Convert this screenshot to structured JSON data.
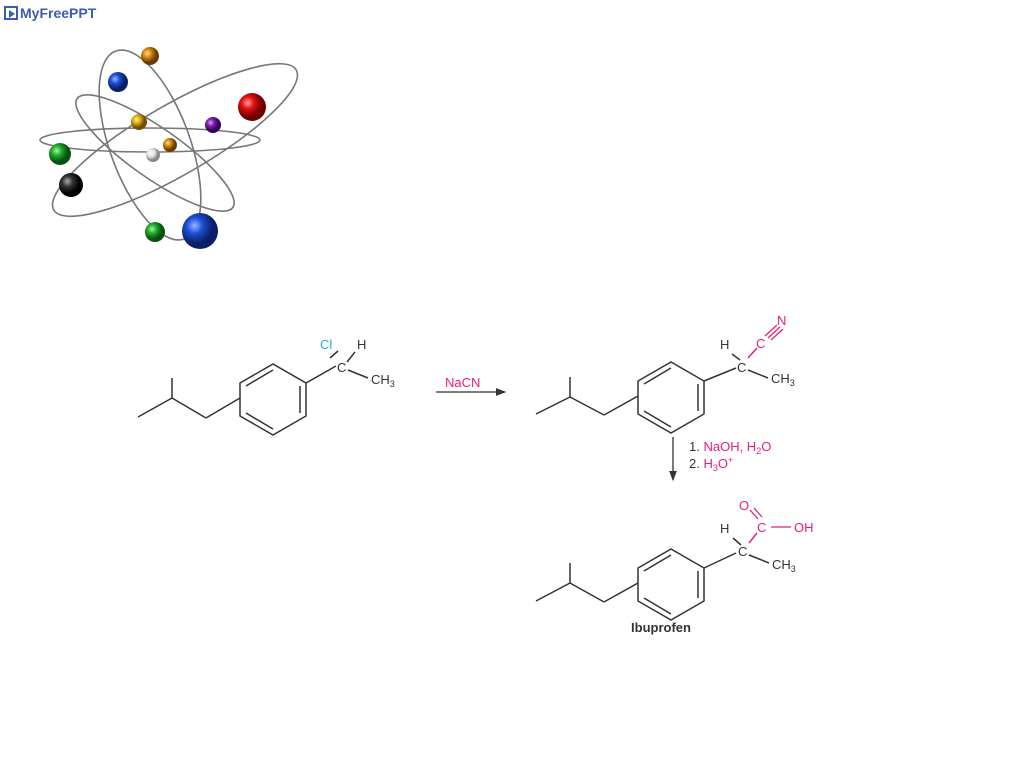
{
  "logo": {
    "text": "MyFreePPT",
    "color": "#3b5bb5"
  },
  "decoration": {
    "icon": "atom-icon"
  },
  "colors": {
    "bond": "#333333",
    "highlight": "#e8207a",
    "chlorine": "#29a9e0"
  },
  "scheme": {
    "reactant": {
      "cl": "Cl",
      "h": "H",
      "c": "C",
      "ch3": "CH",
      "ch3_sub": "3"
    },
    "step1": {
      "reagent": "NaCN"
    },
    "intermediate": {
      "n": "N",
      "c_nitrile": "C",
      "h": "H",
      "c": "C",
      "ch3": "CH",
      "ch3_sub": "3"
    },
    "step2": {
      "line1_pre": "1. ",
      "line1_reagent": "NaOH, H",
      "line1_sub": "2",
      "line1_end": "O",
      "line2_pre": "2. ",
      "line2_h": "H",
      "line2_sub": "3",
      "line2_o": "O",
      "line2_sup": "+"
    },
    "product": {
      "o": "O",
      "c_acid": "C",
      "oh": "OH",
      "h": "H",
      "c": "C",
      "ch3": "CH",
      "ch3_sub": "3",
      "name": "Ibuprofen"
    }
  }
}
